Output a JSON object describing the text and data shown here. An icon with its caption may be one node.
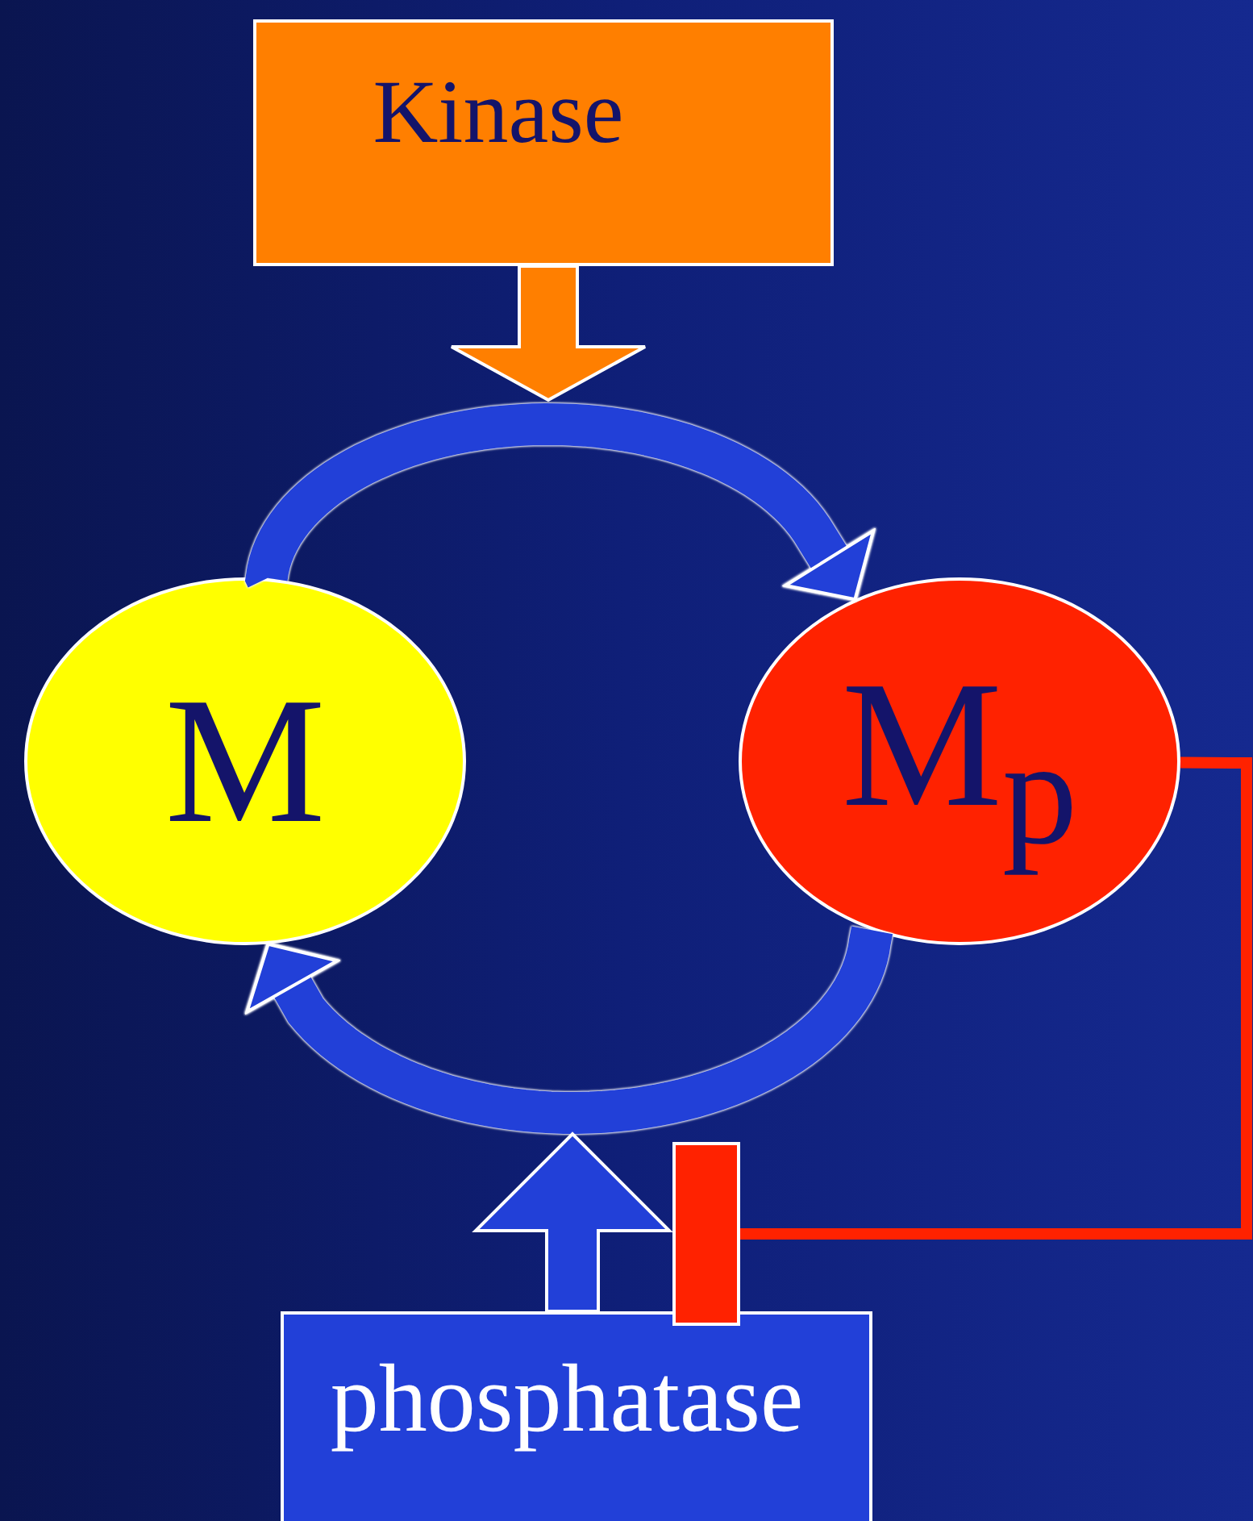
{
  "diagram": {
    "nodes": [
      {
        "text": [
          "Kinase"
        ]
      },
      {
        "text": [
          "M"
        ]
      },
      {
        "text": [
          "M$_{p}$"
        ]
      },
      {
        "text": [
          "phosphatase"
        ]
      }
    ],
    "edges": [
      {
        "from": 0,
        "to": null,
        "arrow": "to",
        "color": "#ff7f00"
      },
      {
        "from": 1,
        "to": 2,
        "arrow": "to"
      },
      {
        "from": 2,
        "to": 1,
        "arrow": "to"
      },
      {
        "from": 3,
        "to": null,
        "arrow": "to"
      },
      {
        "from": 2,
        "to": null,
        "arrow": "other",
        "color": "#ff2200"
      }
    ]
  }
}
